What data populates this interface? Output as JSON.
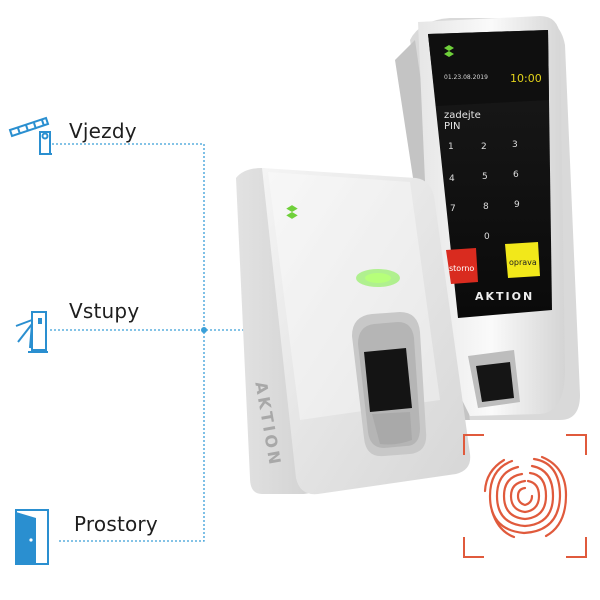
{
  "menu": {
    "items": [
      {
        "label": "Vjezdy",
        "icon": "barrier-gate-icon"
      },
      {
        "label": "Vstupy",
        "icon": "turnstile-icon"
      },
      {
        "label": "Prostory",
        "icon": "door-icon"
      }
    ]
  },
  "terminal": {
    "date_text": "01.23.08.2019",
    "time_text": "10:00",
    "prompt": "zadejte PIN",
    "keys": [
      "1",
      "2",
      "3",
      "4",
      "5",
      "6",
      "7",
      "8",
      "9",
      "0"
    ],
    "cancel_label": "storno",
    "fix_label": "oprava",
    "brand": "AKTION"
  },
  "reader": {
    "side_brand": "AKTION"
  },
  "colors": {
    "accent_line": "#3a9fd8",
    "icon_blue": "#2a8fd0",
    "fingerprint_red": "#e05a3c",
    "led_green": "#7cf040",
    "cancel_key": "#d92b1f",
    "fix_key": "#f2e81a"
  }
}
